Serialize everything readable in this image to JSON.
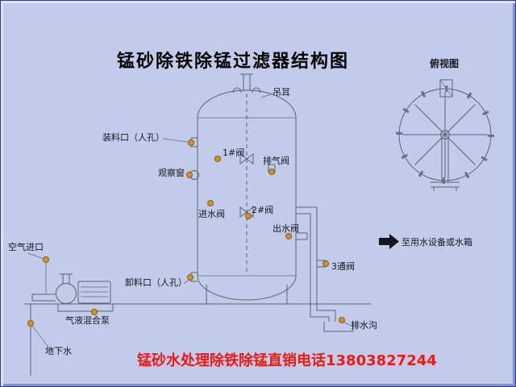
{
  "page": {
    "title": "锰砂除铁除锰过滤器结构图",
    "bottom_text": "锰砂水处理除铁除锰直销电话13803827244",
    "background_color": "#c2cbe9",
    "title_color": "#000000",
    "bottom_text_color": "#ee1a12"
  },
  "top_view": {
    "label": "俯视图"
  },
  "flow_note": {
    "text": "至用水设备或水箱"
  },
  "callouts": {
    "lifting_ear": {
      "text": "吊耳"
    },
    "feed_port": {
      "text": "装料口（人孔）"
    },
    "observation_window": {
      "text": "观察窗"
    },
    "valve_1": {
      "text": "1#阀"
    },
    "exhaust_valve": {
      "text": "排气阀"
    },
    "inlet_valve": {
      "text": "进水阀"
    },
    "valve_2": {
      "text": "2#阀"
    },
    "outlet_valve": {
      "text": "出水阀"
    },
    "air_inlet": {
      "text": "空气进口"
    },
    "discharge_port": {
      "text": "卸料口（人孔）"
    },
    "three_way_valve": {
      "text": "3通阀"
    },
    "gas_liquid_pump": {
      "text": "气液混合泵"
    },
    "groundwater": {
      "text": "地下水"
    },
    "drain_ditch": {
      "text": "排水沟"
    }
  },
  "colors": {
    "callout_dot": "#d4941f",
    "line": "#5c6274",
    "arrow": "#14161c",
    "frame_light": "#dde3f8",
    "frame_dark": "#8792c9"
  }
}
